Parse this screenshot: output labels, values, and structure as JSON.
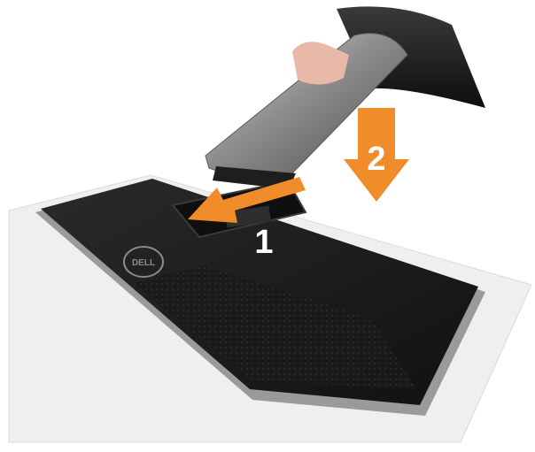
{
  "illustration": {
    "steps": [
      {
        "number": "1",
        "arrow_direction": "left"
      },
      {
        "number": "2",
        "arrow_direction": "down"
      }
    ],
    "logo_text": "DELL",
    "colors": {
      "arrow_orange": "#f08c2a",
      "monitor_body": "#1c1c1c",
      "stand_silver": "#9a9a9a",
      "surface": "#f0f0f0"
    }
  }
}
